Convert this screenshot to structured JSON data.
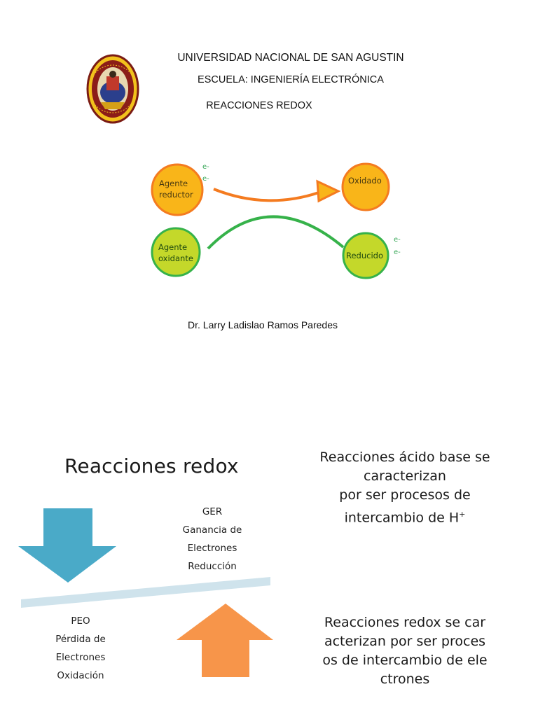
{
  "header": {
    "university": "UNIVERSIDAD NACIONAL DE SAN AGUSTIN",
    "school": "ESCUELA: INGENIERÍA ELECTRÓNICA",
    "topic": "REACCIONES REDOX"
  },
  "diagram": {
    "nodes": {
      "reducing_agent": [
        "Agente",
        "reductor"
      ],
      "oxidized": "Oxidado",
      "oxidizing_agent": [
        "Agente",
        "oxidante"
      ],
      "reduced": "Reducido"
    },
    "electron_label": "e-",
    "colors": {
      "orange_fill": "#f9b519",
      "orange_stroke": "#f47b20",
      "green_fill": "#c4d82a",
      "green_stroke": "#36b24a"
    }
  },
  "author": "Dr. Larry Ladislao Ramos Paredes",
  "slide2": {
    "title": "Reacciones redox",
    "ger_lines": [
      "GER",
      "Ganancia de",
      "Electrones",
      "Reducción"
    ],
    "peo_lines": [
      "PEO",
      "Pérdida de",
      "Electrones",
      "Oxidación"
    ],
    "acid_base_lines": [
      "Reacciones ácido base se",
      "caracterizan",
      "por ser procesos de"
    ],
    "acid_base_last": "intercambio de H",
    "acid_base_sup": "+",
    "redox_lines": [
      "Reacciones redox se car",
      "acterizan por ser  proces",
      "os de intercambio de ele",
      "ctrones"
    ],
    "colors": {
      "down_arrow": "#4aaac8",
      "up_arrow": "#f7954a",
      "bar": "#cfe3ec"
    }
  }
}
